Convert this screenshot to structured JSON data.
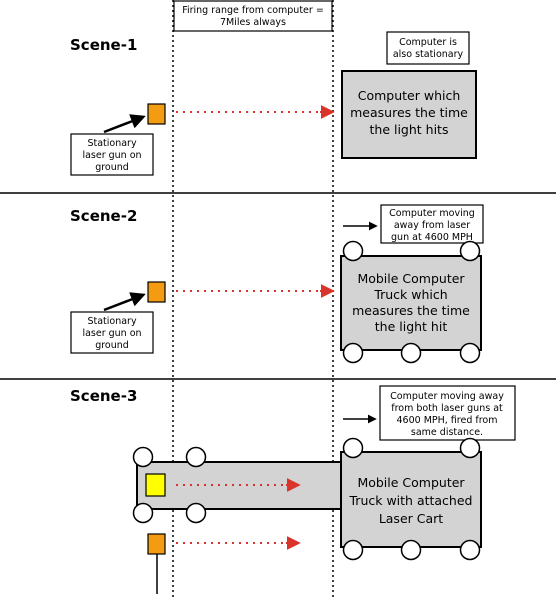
{
  "header": {
    "firing_range_lines": [
      "Firing range from computer =",
      "7Miles always"
    ]
  },
  "colors": {
    "laser_gun": "#f39c12",
    "cart_laser_gun": "#ffff00",
    "beam": "#d9342b",
    "computer_fill": "#d3d3d3"
  },
  "scenes": [
    {
      "title": "Scene-1",
      "computer_lines": [
        "Computer which",
        "measures the time",
        "the light hits"
      ],
      "callout_lines": [
        "Computer is",
        "also stationary"
      ],
      "gun_label_lines": [
        "Stationary",
        "laser gun on",
        "ground"
      ]
    },
    {
      "title": "Scene-2",
      "computer_lines": [
        "Mobile Computer",
        "Truck which",
        "measures the time",
        "the light hit"
      ],
      "callout_lines": [
        "Computer moving",
        "away from laser",
        "gun at 4600 MPH"
      ],
      "gun_label_lines": [
        "Stationary",
        "laser gun on",
        "ground"
      ]
    },
    {
      "title": "Scene-3",
      "computer_lines": [
        "Mobile Computer",
        "Truck with attached",
        "Laser Cart"
      ],
      "callout_lines": [
        "Computer moving away",
        "from both laser guns at",
        "4600 MPH, fired from",
        "same distance."
      ]
    }
  ]
}
